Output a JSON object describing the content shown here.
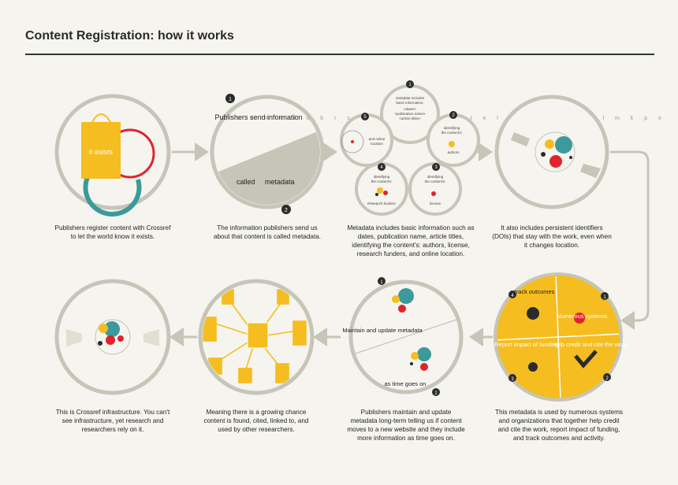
{
  "title": "Content Registration: how it works",
  "colors": {
    "yellow": "#f5bd1f",
    "grey": "#c5c5b8",
    "teal": "#3a9a9c",
    "red": "#e0232b",
    "dark": "#2b2b2b",
    "bg": "#f5f4ef"
  },
  "steps": [
    {
      "caption": "Publishers register content with Crossref to let the world know it exists.",
      "label": "it exists"
    },
    {
      "caption": "The information publishers send us about that content is called metadata.",
      "top_label": "Publishers send information",
      "bottom_label": "called",
      "bottom_label2": "metadata",
      "n1": "1",
      "n2": "2",
      "letters": "s u m e l u b r s f c l x q Q v g t e l a l r d l e u l m k p o"
    },
    {
      "caption": "Metadata includes basic information such as dates, publication name, article titles, identifying the content's: authors, license, research funders, and online location.",
      "bubbles": [
        {
          "n": "1",
          "lines": [
            "metadata includes",
            "basic information:",
            "<dates>",
            "<publication name>",
            "<article titles>"
          ]
        },
        {
          "n": "2",
          "lines": [
            "identifying",
            "the content's:"
          ],
          "item": "authors"
        },
        {
          "n": "3",
          "lines": [
            "identifying",
            "the content's:"
          ],
          "item": "license"
        },
        {
          "n": "4",
          "lines": [
            "identifying",
            "the content's:"
          ],
          "item": "Research funders"
        },
        {
          "n": "5",
          "lines": [
            "and online",
            "location"
          ]
        }
      ]
    },
    {
      "caption": "It also includes persistent identifiers (DOIs) that stay with the work, even when it changes location."
    },
    {
      "caption": "This metadata is used by numerous systems and organizations that together help credit and cite the work, report impact of funding, and track outcomes and activity.",
      "q1": "track outcomes",
      "q2": "Numerous systems",
      "q3": "Report impact of funding",
      "q4": "Help credit and cite the work",
      "n1": "1",
      "n2": "2",
      "n3": "3",
      "n4": "4"
    },
    {
      "caption": "Publishers maintain and update metadata long-term telling us if content moves to a new website and they include more information as time goes on.",
      "label1": "Maintain and update metadata",
      "label2": "as time goes on",
      "n1": "1",
      "n2": "2"
    },
    {
      "caption": "Meaning there is a growing chance content is found, cited, linked to, and used by other researchers."
    },
    {
      "caption": "This is Crossref infrastructure. You can't see infrastructure, yet research and researchers rely on it."
    }
  ]
}
